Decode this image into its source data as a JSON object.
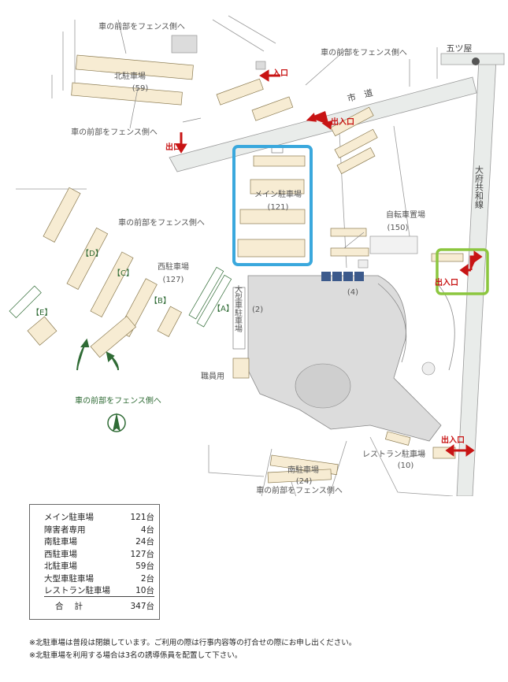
{
  "map": {
    "areas": {
      "north": {
        "name": "北駐車場",
        "count": "(59)"
      },
      "main": {
        "name": "メイン駐車場",
        "count": "(121)"
      },
      "west": {
        "name": "西駐車場",
        "count": "(127)"
      },
      "south": {
        "name": "南駐車場",
        "count": "(24)"
      },
      "restaurant": {
        "name": "レストラン駐車場",
        "count": "(10)"
      },
      "bicycle": {
        "name": "自転車置場",
        "count": "(150)"
      },
      "large_vehicle": {
        "name": "大型車駐車場",
        "count": "(2)"
      },
      "accessible_count": "(4)",
      "staff": "職員用"
    },
    "sections": [
      "【D】",
      "【C】",
      "【B】",
      "【A】",
      "【E】"
    ],
    "roads": {
      "city_road": "市　道",
      "obu_line": "大府共和線",
      "itsuya": "五ツ屋"
    },
    "fence_note": "車の前部をフェンス側へ",
    "entrance": "入口",
    "exit": "出口",
    "in_out": "出入口",
    "colors": {
      "parking_fill": "#f7ecd3",
      "green": "#2f6b35",
      "red": "#c81414",
      "blue_highlight": "#3aa8dd",
      "green_highlight": "#8cc63f",
      "road": "#e9ecea",
      "building": "#dcdcdc"
    }
  },
  "legend": {
    "rows": [
      {
        "label": "メイン駐車場",
        "value": "121台"
      },
      {
        "label": "障害者専用",
        "value": "4台"
      },
      {
        "label": "南駐車場",
        "value": "24台"
      },
      {
        "label": "西駐車場",
        "value": "127台"
      },
      {
        "label": "北駐車場",
        "value": "59台"
      },
      {
        "label": "大型車駐車場",
        "value": "2台"
      },
      {
        "label": "レストラン駐車場",
        "value": "10台"
      }
    ],
    "total_label": "合計",
    "total_value": "347台"
  },
  "notes": [
    "※北駐車場は普段は閉鎖しています。ご利用の際は行事内容等の打合せの際にお申し出ください。",
    "※北駐車場を利用する場合は3名の誘導係員を配置して下さい。"
  ]
}
